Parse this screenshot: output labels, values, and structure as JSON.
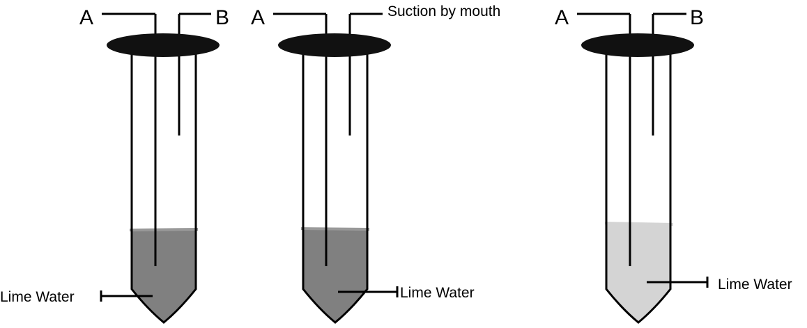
{
  "colors": {
    "stopper": "#111111",
    "lime_water_dark": "#808080",
    "lime_water_light": "#d4d4d4",
    "liquid_surface_line": "#999999"
  },
  "tubes": [
    {
      "label_a": "A",
      "label_b": "B",
      "liquid_label": "Lime Water",
      "liquid_shade": "dark"
    },
    {
      "label_a": "A",
      "label_b": "Suction by mouth",
      "liquid_label": "Lime Water",
      "liquid_shade": "dark"
    },
    {
      "label_a": "A",
      "label_b": "B",
      "liquid_label": "Lime Water",
      "liquid_shade": "light"
    }
  ]
}
